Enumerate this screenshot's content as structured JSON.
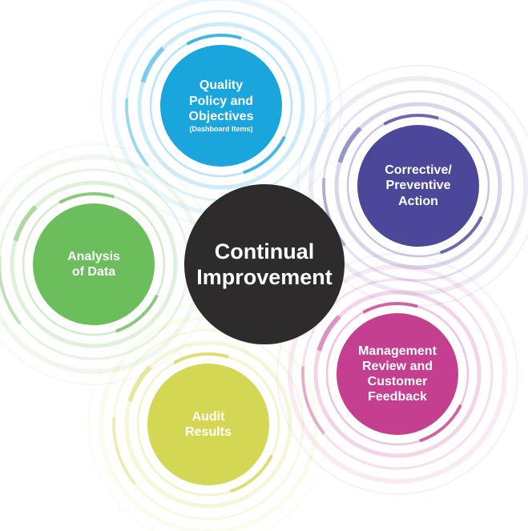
{
  "center": {
    "lines": [
      "Continual",
      "Improvement"
    ],
    "color": "#2e2b2c"
  },
  "nodes": [
    {
      "id": "quality-policy",
      "lines": [
        "Quality",
        "Policy and",
        "Objectives"
      ],
      "sub": "(Dashboard Items)",
      "color": "#1aa5dd"
    },
    {
      "id": "corrective-preventive",
      "lines": [
        "Corrective/",
        "Preventive",
        "Action"
      ],
      "color": "#4b4799"
    },
    {
      "id": "analysis-of-data",
      "lines": [
        "Analysis",
        "of Data"
      ],
      "color": "#6cbd5c"
    },
    {
      "id": "management-review",
      "lines": [
        "Management",
        "Review and",
        "Customer",
        "Feedback"
      ],
      "color": "#c53f90"
    },
    {
      "id": "audit-results",
      "lines": [
        "Audit",
        "Results"
      ],
      "color": "#d4d754"
    }
  ]
}
